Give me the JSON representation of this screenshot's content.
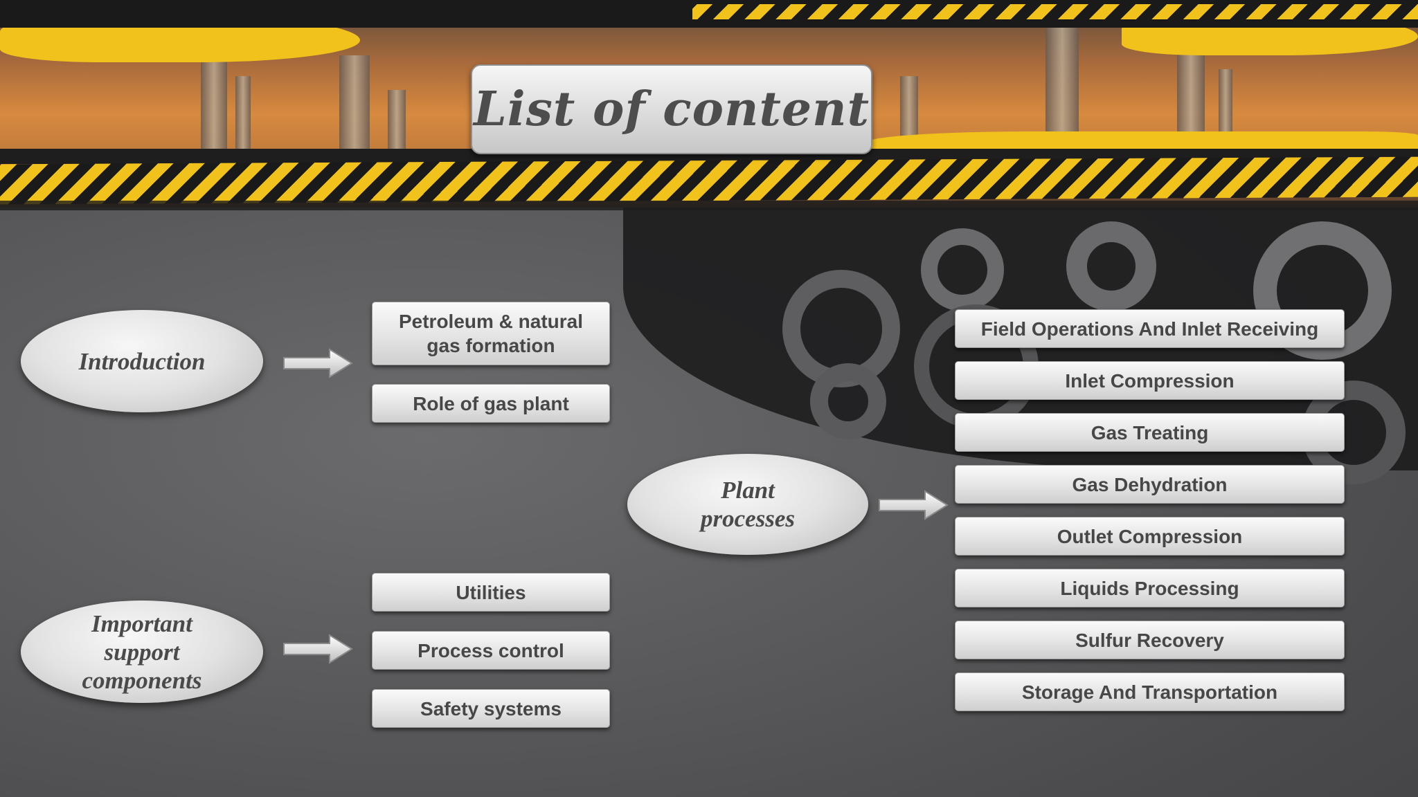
{
  "title": "List of content",
  "sections": {
    "introduction": {
      "label": "Introduction",
      "items": [
        "Petroleum & natural gas formation",
        "Role of gas plant"
      ]
    },
    "support": {
      "label": "Important support components",
      "items": [
        "Utilities",
        "Process control",
        "Safety systems"
      ]
    },
    "processes": {
      "label": "Plant processes",
      "items": [
        "Field Operations And Inlet Receiving",
        "Inlet Compression",
        "Gas Treating",
        "Gas Dehydration",
        "Outlet Compression",
        "Liquids Processing",
        "Sulfur Recovery",
        "Storage And Transportation"
      ]
    }
  },
  "colors": {
    "hazard_yellow": "#f2c21c",
    "hazard_black": "#1a1a1a",
    "background_gray": "#5a5a5c",
    "text_gray": "#474747"
  }
}
